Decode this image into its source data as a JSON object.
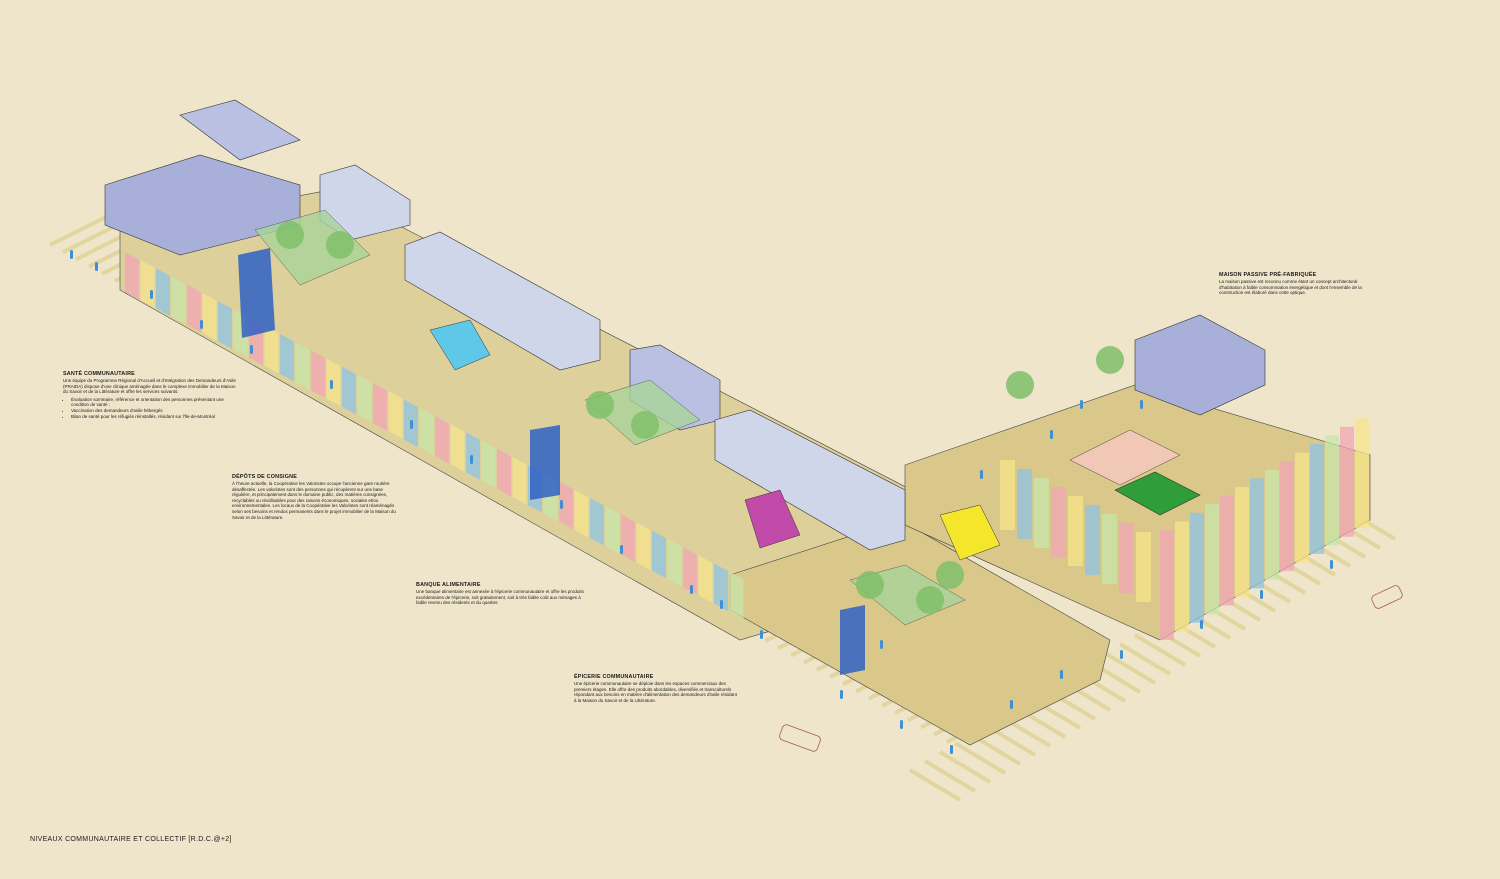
{
  "annotations": {
    "sante": {
      "title": "SANTÉ COMMUNAUTAIRE",
      "text": "Une équipe du Programme Régional d'Accueil et d'Intégration des Demandeurs d'Asile (PRAIDA) dispose d'une clinique aménagée dans le complexe immobilier de la Maison du Savoir et de la Littérature et offre les services suivants:",
      "items": [
        "Évaluation sommaire, référence et orientation des personnes présentant une condition de santé ;",
        "Vaccination des demandeurs d'asile hébergés",
        "Bilan de santé pour les réfugiés réinstallés, résidant sur l'Île-de-Montréal"
      ]
    },
    "depots": {
      "title": "DÉPÔTS DE CONSIGNE",
      "text": "À l'heure actuelle, la Coopérative les Valoristes occupe l'ancienne gare routière désaffectée. Les valoristes sont des personnes qui récupèrent sur une base régulière, et principalement dans le domaine public, des matières consignées, recyclables ou réutilisables pour des raisons économiques, sociales et/ou environnementales. Les locaux de la Coopérative les Valoristes sont réaménagés selon ses besoins et rendus permanents dans le projet immobilier de la Maison du Savoir et de la Littérature."
    },
    "banque": {
      "title": "BANQUE ALIMENTAIRE",
      "text": "Une banque alimentaire est annexée à l'épicerie communautaire et offre les produits excédentaires de l'épicerie, soit gratuitement, soit à très faible coût aux ménages à faible revenu des résidents et du quartier."
    },
    "epicerie": {
      "title": "ÉPICERIE COMMUNAUTAIRE",
      "text": "Une épicerie communautaire se déploie dans les espaces commerciaux des premiers étages. Elle offre des produits abordables, diversifiés et transculturels répondant aux besoins en matière d'alimentation des demandeurs d'asile résidant à la Maison du Savoir et de la Littérature."
    },
    "maison": {
      "title": "MAISON PASSIVE PRÉ-FABRIQUÉE",
      "text": "La maison passive est reconnu comme étant un concept architectural d'habitation à faible consommation énergétique et dont l'ensemble de la construction est élaboré dans cette optique."
    }
  },
  "footer": {
    "title": "NIVEAUX COMMUNAUTAIRE ET COLLECTIF [R.D.C.@+2]"
  },
  "colors": {
    "background": "#eee5cb",
    "floor": "#d9c88a",
    "residential": "#a8b0da",
    "glass": "#cfd6ea",
    "trees": "#7fbf6a",
    "courtyard": "#2f9e3a",
    "facade_pink": "#f2a6b6",
    "facade_yellow": "#f6e48a",
    "facade_blue": "#8cc4e6",
    "stair_blue": "#2f62c4",
    "stair_cyan": "#5ec8e8",
    "stair_magenta": "#c24aa8",
    "stair_yellow": "#f4e62a",
    "people": "#3f8fd6"
  }
}
